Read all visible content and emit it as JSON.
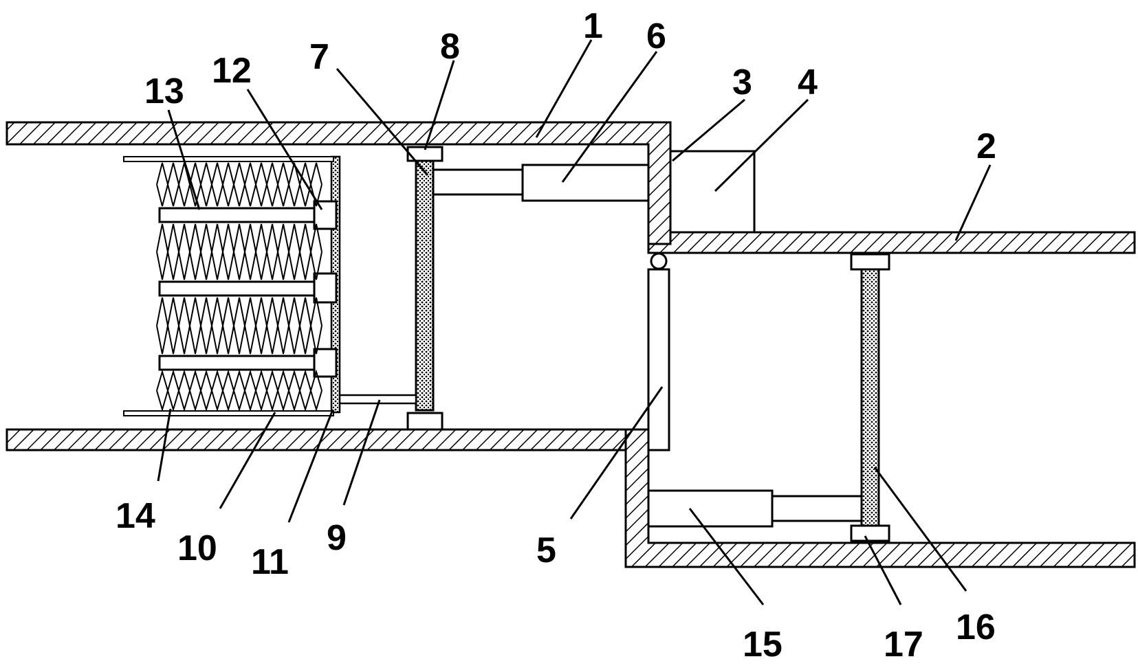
{
  "figure": {
    "type": "mechanical cross-section drawing",
    "line_color": "#000000",
    "background_color": "#ffffff",
    "fill_style": "diagonal hatching"
  },
  "labels": {
    "n1": "1",
    "n2": "2",
    "n3": "3",
    "n4": "4",
    "n5": "5",
    "n6": "6",
    "n7": "7",
    "n8": "8",
    "n9": "9",
    "n10": "10",
    "n11": "11",
    "n12": "12",
    "n13": "13",
    "n14": "14",
    "n15": "15",
    "n16": "16",
    "n17": "17"
  }
}
